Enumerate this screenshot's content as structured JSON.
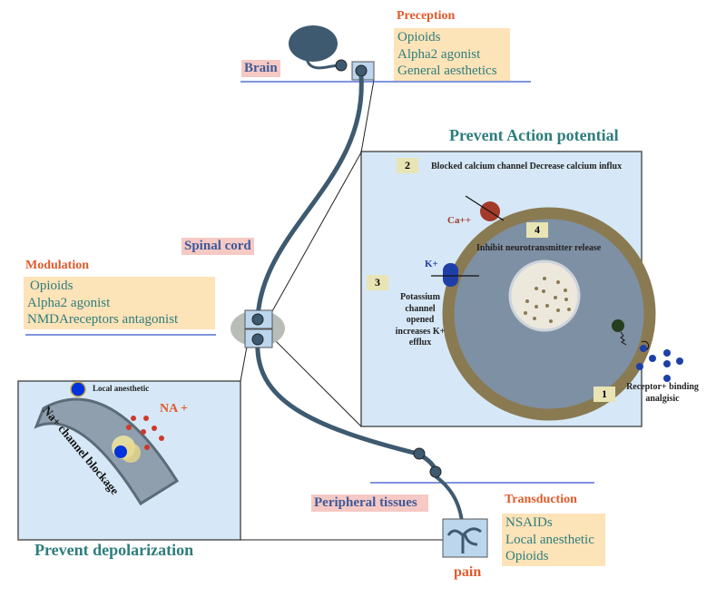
{
  "brain": {
    "label": "Brain"
  },
  "perception": {
    "title": "Preception",
    "items": [
      "Opioids",
      "Alpha2 agonist",
      "General aesthetics"
    ]
  },
  "spinal_cord": {
    "label": "Spinal cord"
  },
  "modulation": {
    "title": "Modulation",
    "items": [
      "Opioids",
      "Alpha2 agonist",
      "NMDAreceptors antagonist"
    ]
  },
  "action_potential": {
    "title": "Prevent Action potential",
    "steps": [
      {
        "num": "1",
        "text": "Receptor+ binding analgisic"
      },
      {
        "num": "2",
        "text": "Blocked calcium channel Decrease calcium influx"
      },
      {
        "num": "3",
        "text": "Potassium channel opened increases K+ efflux"
      },
      {
        "num": "4",
        "text": "Inhibit neurotransmitter release"
      }
    ],
    "ca_label": "Ca++",
    "k_label": "K+"
  },
  "depolarization": {
    "title": "Prevent depolarization",
    "local_anesthetic": "Local anesthetic",
    "na_label": "NA +",
    "channel_label": "Na+ channel blockage"
  },
  "peripheral": {
    "label": "Peripheral tissues"
  },
  "transduction": {
    "title": "Transduction",
    "items": [
      "NSAIDs",
      "Local anesthetic",
      "Opioids"
    ]
  },
  "pain": {
    "label": "pain"
  },
  "colors": {
    "label_red": "#e05a2b",
    "teal": "#2e7d7d",
    "peach": "#fde3b8",
    "pink": "#f6c9c4",
    "panel": "#d6e8f7",
    "nerve": "#3e5a70"
  }
}
